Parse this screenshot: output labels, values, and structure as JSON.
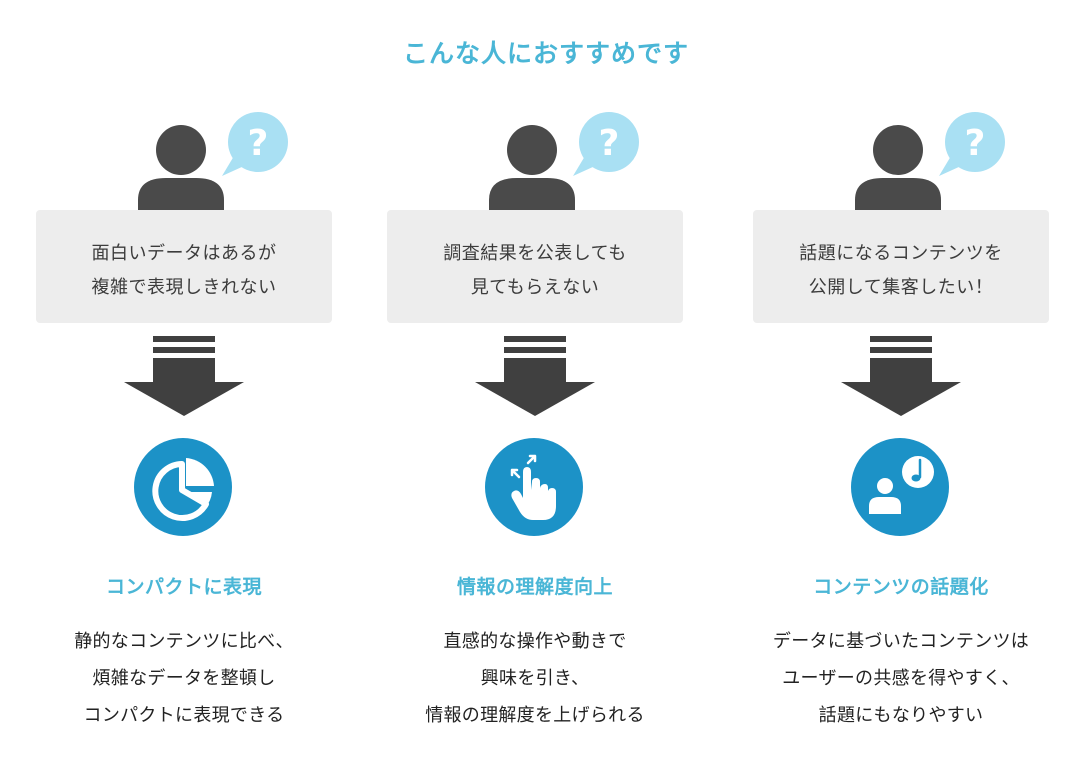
{
  "colors": {
    "accent": "#4ab6d6",
    "icon_circle": "#1c92c7",
    "bubble": "#a9e0f3",
    "person": "#4a4a4a",
    "arrow": "#404040",
    "box": "#ededed"
  },
  "title": "こんな人におすすめです",
  "columns": [
    {
      "bubble_mark": "?",
      "worry_lines": [
        "面白いデータはあるが",
        "複雑で表現しきれない"
      ],
      "feature_icon": "pie-chart-icon",
      "feature_title": "コンパクトに表現",
      "description_lines": [
        "静的なコンテンツに比べ、",
        "煩雑なデータを整頓し",
        "コンパクトに表現できる"
      ]
    },
    {
      "bubble_mark": "?",
      "worry_lines": [
        "調査結果を公表しても",
        "見てもらえない"
      ],
      "feature_icon": "tap-hand-icon",
      "feature_title": "情報の理解度向上",
      "description_lines": [
        "直感的な操作や動きで",
        "興味を引き、",
        "情報の理解度を上げられる"
      ]
    },
    {
      "bubble_mark": "?",
      "worry_lines": [
        "話題になるコンテンツを",
        "公開して集客したい！"
      ],
      "feature_icon": "user-music-icon",
      "feature_title": "コンテンツの話題化",
      "description_lines": [
        "データに基づいたコンテンツは",
        "ユーザーの共感を得やすく、",
        "話題にもなりやすい"
      ]
    }
  ]
}
